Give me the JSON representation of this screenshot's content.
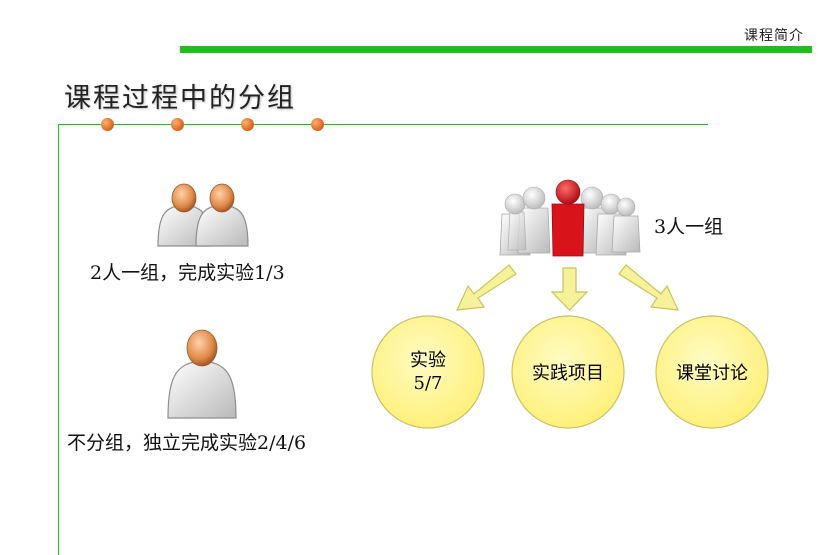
{
  "header": {
    "section_label": "课程简介"
  },
  "slide": {
    "title": "课程过程中的分组"
  },
  "groups": {
    "pair": {
      "caption": "2人一组，完成实验1/3"
    },
    "solo": {
      "caption": "不分组，独立完成实验2/4/6"
    },
    "team": {
      "caption": "3人一组"
    }
  },
  "activities": [
    {
      "line1": "实验",
      "line2": "5/7"
    },
    {
      "line1": "实践项目"
    },
    {
      "line1": "课堂讨论"
    }
  ],
  "colors": {
    "accent_green": "#1fbf1f",
    "bullet_orange": "#d4621a",
    "circle_fill": "#fff59a",
    "arrow_fill": "#f6f29a",
    "leader_red": "#d8141a"
  }
}
